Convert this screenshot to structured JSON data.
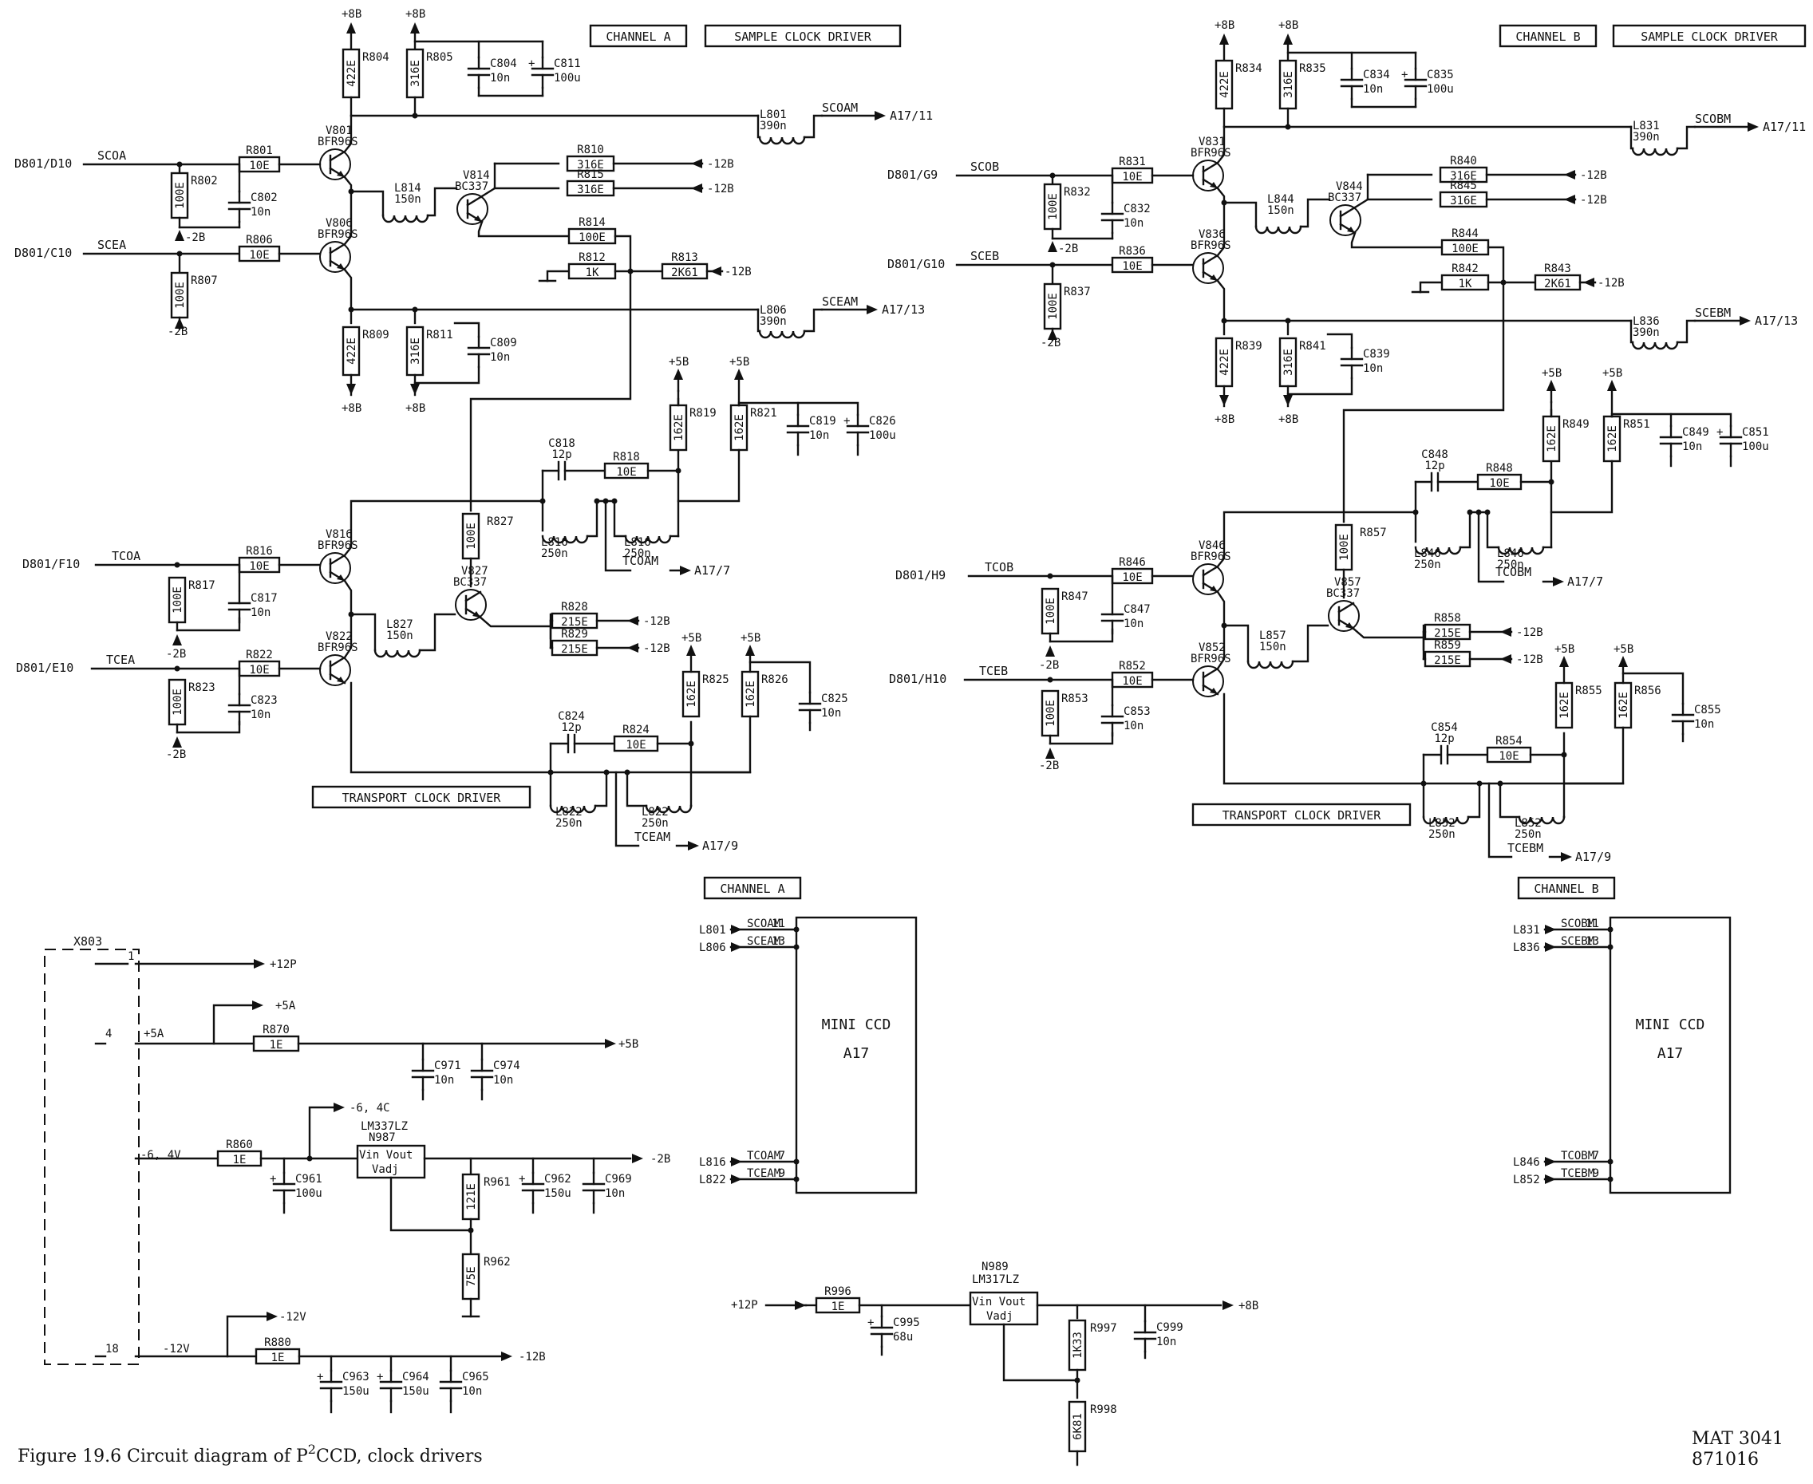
{
  "caption": {
    "prefix": "Figure 19.6 Circuit diagram of P",
    "sup": "2",
    "suffix": "CCD, clock drivers"
  },
  "drawing_number": [
    "MAT 3041",
    "871016"
  ],
  "titles": {
    "chA": "CHANNEL A",
    "chB": "CHANNEL B",
    "sample": "SAMPLE CLOCK DRIVER",
    "transport": "TRANSPORT CLOCK DRIVER",
    "chA2": "CHANNEL A",
    "chB2": "CHANNEL B"
  },
  "rails": {
    "p8": "+8B",
    "m2": "-2B",
    "m12": "-12B",
    "p5": "+5B"
  },
  "chA": {
    "in1_src": "D801/D10",
    "in1_net": "SCOA",
    "in2_src": "D801/C10",
    "in2_net": "SCEA",
    "in3_src": "D801/F10",
    "in3_net": "TCOA",
    "in4_src": "D801/E10",
    "in4_net": "TCEA",
    "q1": [
      "V801",
      "BFR96S"
    ],
    "q2": [
      "V806",
      "BFR96S"
    ],
    "q3": [
      "V814",
      "BC337"
    ],
    "q4": [
      "V816",
      "BFR96S"
    ],
    "q5": [
      "V822",
      "BFR96S"
    ],
    "q6": [
      "V827",
      "BC337"
    ],
    "out1": "SCOAM",
    "out1_to": "A17/11",
    "out2": "SCEAM",
    "out2_to": "A17/13",
    "out3": "TCOAM",
    "out3_to": "A17/7",
    "out4": "TCEAM",
    "out4_to": "A17/9",
    "R801": [
      "R801",
      "10E"
    ],
    "R802": [
      "R802",
      "100E"
    ],
    "R806": [
      "R806",
      "10E"
    ],
    "R807": [
      "R807",
      "100E"
    ],
    "R804": [
      "R804",
      "422E"
    ],
    "R805": [
      "R805",
      "316E"
    ],
    "R809": [
      "R809",
      "422E"
    ],
    "R811": [
      "R811",
      "316E"
    ],
    "R810": [
      "R810",
      "316E"
    ],
    "R815": [
      "R815",
      "316E"
    ],
    "R814": [
      "R814",
      "100E"
    ],
    "R812": [
      "R812",
      "1K"
    ],
    "R813": [
      "R813",
      "2K61"
    ],
    "C802": [
      "C802",
      "10n"
    ],
    "C804": [
      "C804",
      "10n"
    ],
    "C811": [
      "C811",
      "100u"
    ],
    "C809": [
      "C809",
      "10n"
    ],
    "L801": [
      "L801",
      "390n"
    ],
    "L806": [
      "L806",
      "390n"
    ],
    "L814": [
      "L814",
      "150n"
    ],
    "R816": [
      "R816",
      "10E"
    ],
    "R817": [
      "R817",
      "100E"
    ],
    "C817": [
      "C817",
      "10n"
    ],
    "R822": [
      "R822",
      "10E"
    ],
    "R823": [
      "R823",
      "100E"
    ],
    "C823": [
      "C823",
      "10n"
    ],
    "R827": [
      "R827",
      "100E"
    ],
    "L827": [
      "L827",
      "150n"
    ],
    "R828": [
      "R828",
      "215E"
    ],
    "R829": [
      "R829",
      "215E"
    ],
    "C818": [
      "C818",
      "12p"
    ],
    "R818": [
      "R818",
      "10E"
    ],
    "R819": [
      "R819",
      "162E"
    ],
    "R821": [
      "R821",
      "162E"
    ],
    "C819": [
      "C819",
      "10n"
    ],
    "C826": [
      "C826",
      "100u"
    ],
    "L816a": [
      "L816",
      "250n"
    ],
    "L816b": [
      "L816",
      "250n"
    ],
    "C824": [
      "C824",
      "12p"
    ],
    "R824": [
      "R824",
      "10E"
    ],
    "R825": [
      "R825",
      "162E"
    ],
    "R826": [
      "R826",
      "162E"
    ],
    "C825": [
      "C825",
      "10n"
    ],
    "L822a": [
      "L822",
      "250n"
    ],
    "L822b": [
      "L822",
      "250n"
    ]
  },
  "chB": {
    "in1_src": "D801/G9",
    "in1_net": "SCOB",
    "in2_src": "D801/G10",
    "in2_net": "SCEB",
    "in3_src": "D801/H9",
    "in3_net": "TCOB",
    "in4_src": "D801/H10",
    "in4_net": "TCEB",
    "q1": [
      "V831",
      "BFR96S"
    ],
    "q2": [
      "V836",
      "BFR96S"
    ],
    "q3": [
      "V844",
      "BC337"
    ],
    "q4": [
      "V846",
      "BFR96S"
    ],
    "q5": [
      "V852",
      "BFR96S"
    ],
    "q6": [
      "V857",
      "BC337"
    ],
    "out1": "SCOBM",
    "out1_to": "A17/11",
    "out2": "SCEBM",
    "out2_to": "A17/13",
    "out3": "TCOBM",
    "out3_to": "A17/7",
    "out4": "TCEBM",
    "out4_to": "A17/9",
    "R801": [
      "R831",
      "10E"
    ],
    "R802": [
      "R832",
      "100E"
    ],
    "R806": [
      "R836",
      "10E"
    ],
    "R807": [
      "R837",
      "100E"
    ],
    "R804": [
      "R834",
      "422E"
    ],
    "R805": [
      "R835",
      "316E"
    ],
    "R809": [
      "R839",
      "422E"
    ],
    "R811": [
      "R841",
      "316E"
    ],
    "R810": [
      "R840",
      "316E"
    ],
    "R815": [
      "R845",
      "316E"
    ],
    "R814": [
      "R844",
      "100E"
    ],
    "R812": [
      "R842",
      "1K"
    ],
    "R813": [
      "R843",
      "2K61"
    ],
    "C802": [
      "C832",
      "10n"
    ],
    "C804": [
      "C834",
      "10n"
    ],
    "C811": [
      "C835",
      "100u"
    ],
    "C809": [
      "C839",
      "10n"
    ],
    "L801": [
      "L831",
      "390n"
    ],
    "L806": [
      "L836",
      "390n"
    ],
    "L814": [
      "L844",
      "150n"
    ],
    "R816": [
      "R846",
      "10E"
    ],
    "R817": [
      "R847",
      "100E"
    ],
    "C817": [
      "C847",
      "10n"
    ],
    "R822": [
      "R852",
      "10E"
    ],
    "R823": [
      "R853",
      "100E"
    ],
    "C823": [
      "C853",
      "10n"
    ],
    "R827": [
      "R857",
      "100E"
    ],
    "L827": [
      "L857",
      "150n"
    ],
    "R828": [
      "R858",
      "215E"
    ],
    "R829": [
      "R859",
      "215E"
    ],
    "C818": [
      "C848",
      "12p"
    ],
    "R818": [
      "R848",
      "10E"
    ],
    "R819": [
      "R849",
      "162E"
    ],
    "R821": [
      "R851",
      "162E"
    ],
    "C819": [
      "C849",
      "10n"
    ],
    "C826": [
      "C851",
      "100u"
    ],
    "L816a": [
      "L846",
      "250n"
    ],
    "L816b": [
      "L846",
      "250n"
    ],
    "C824": [
      "C854",
      "12p"
    ],
    "R824": [
      "R854",
      "10E"
    ],
    "R825": [
      "R855",
      "162E"
    ],
    "R826": [
      "R856",
      "162E"
    ],
    "C825": [
      "C855",
      "10n"
    ],
    "L822a": [
      "L852",
      "250n"
    ],
    "L822b": [
      "L852",
      "250n"
    ]
  },
  "ccdA": {
    "title": "MINI   CCD",
    "sub": "A17",
    "pins": [
      {
        "ref": "L801",
        "net": "SCOAM",
        "pin": "11"
      },
      {
        "ref": "L806",
        "net": "SCEAM",
        "pin": "13"
      },
      {
        "ref": "L816",
        "net": "TCOAM",
        "pin": "7"
      },
      {
        "ref": "L822",
        "net": "TCEAM",
        "pin": "9"
      }
    ]
  },
  "ccdB": {
    "title": "MINI   CCD",
    "sub": "A17",
    "pins": [
      {
        "ref": "L831",
        "net": "SCOBM",
        "pin": "11"
      },
      {
        "ref": "L836",
        "net": "SCEBM",
        "pin": "13"
      },
      {
        "ref": "L846",
        "net": "TCOBM",
        "pin": "7"
      },
      {
        "ref": "L852",
        "net": "TCEBM",
        "pin": "9"
      }
    ]
  },
  "psu": {
    "conn": "X803",
    "pin1": "1",
    "pin4": "4",
    "pin18": "18",
    "p12p": "+12P",
    "p5a": "+5A",
    "p5a_line": "+5A",
    "r870": [
      "R870",
      "1E"
    ],
    "p5b": "+5B",
    "c971": [
      "C971",
      "10n"
    ],
    "c974": [
      "C974",
      "10n"
    ],
    "m64c": "-6, 4C",
    "m64v": "-6, 4V",
    "r860": [
      "R860",
      "1E"
    ],
    "c961": [
      "C961",
      "100u"
    ],
    "n987": [
      "N987",
      "LM337LZ"
    ],
    "reg_pins1": "Vin Vout",
    "reg_adj": "Vadj",
    "c962": [
      "C962",
      "150u"
    ],
    "c969": [
      "C969",
      "10n"
    ],
    "m2b": "-2B",
    "r961": [
      "R961",
      "121E"
    ],
    "r962": [
      "R962",
      "75E"
    ],
    "m12v": "-12V",
    "m12v_line": "-12V",
    "r880": [
      "R880",
      "1E"
    ],
    "m12b": "-12B",
    "c963": [
      "C963",
      "150u"
    ],
    "c964": [
      "C964",
      "150u"
    ],
    "c965": [
      "C965",
      "10n"
    ],
    "p12p_in": "+12P",
    "r996": [
      "R996",
      "1E"
    ],
    "c995": [
      "C995",
      "68u"
    ],
    "n989": [
      "N989",
      "LM317LZ"
    ],
    "p8b": "+8B",
    "r997": [
      "R997",
      "1K33"
    ],
    "c999": [
      "C999",
      "10n"
    ],
    "r998": [
      "R998",
      "6K81"
    ]
  }
}
